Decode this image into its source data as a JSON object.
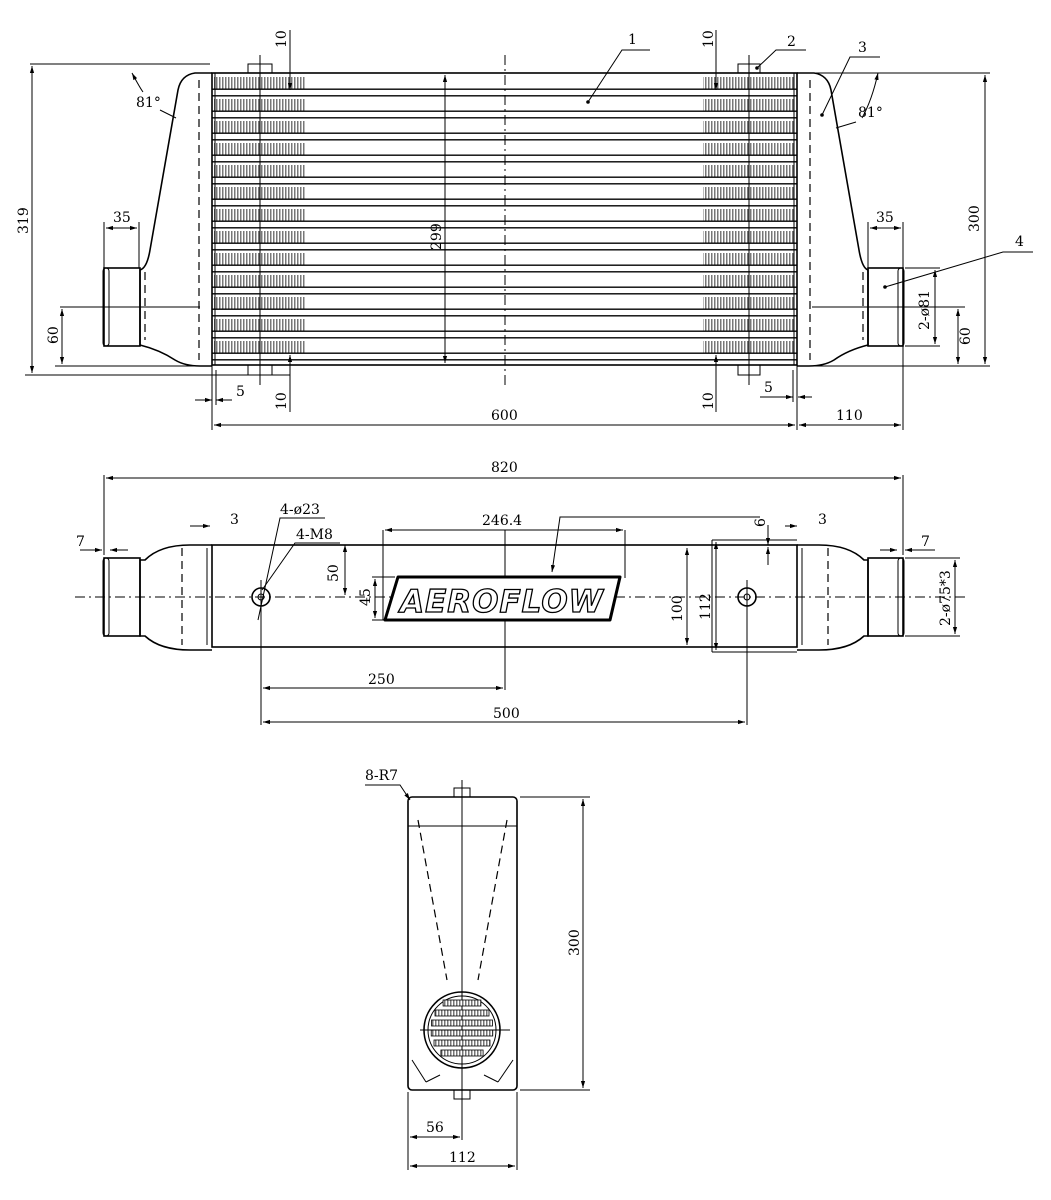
{
  "front_view": {
    "callouts": [
      "1",
      "2",
      "3",
      "4"
    ],
    "dims": {
      "bracket_top_left": "10",
      "bracket_top_right": "10",
      "angle_left": "81°",
      "angle_right": "81°",
      "overall_height": "319",
      "inlet_left_length": "35",
      "inlet_left_height": "60",
      "offset_left": "5",
      "bracket_bottom_left": "10",
      "core_height": "299",
      "core_width": "600",
      "tank_width": "110",
      "offset_right": "5",
      "bracket_bottom_right": "10",
      "outlet_right_length": "35",
      "tank_height": "300",
      "outlet_diameter": "2-ø81",
      "outlet_right_height": "60"
    }
  },
  "top_view": {
    "logo_text": "AEROFLOW",
    "dims": {
      "overall_length": "820",
      "left_step": "3",
      "left_lip": "7",
      "mount_holes": "4-ø23",
      "mount_thread": "4-M8",
      "logo_width": "246.4",
      "top_offset": "6",
      "right_step": "3",
      "right_lip": "7",
      "logo_offset": "50",
      "logo_height": "45",
      "inner_depth": "100",
      "outer_depth": "112",
      "pipe_spec": "2-ø75*3",
      "hole_to_center": "250",
      "hole_spacing": "500"
    }
  },
  "side_view": {
    "dims": {
      "corner_radius": "8-R7",
      "height": "300",
      "half_depth": "56",
      "depth": "112"
    }
  }
}
